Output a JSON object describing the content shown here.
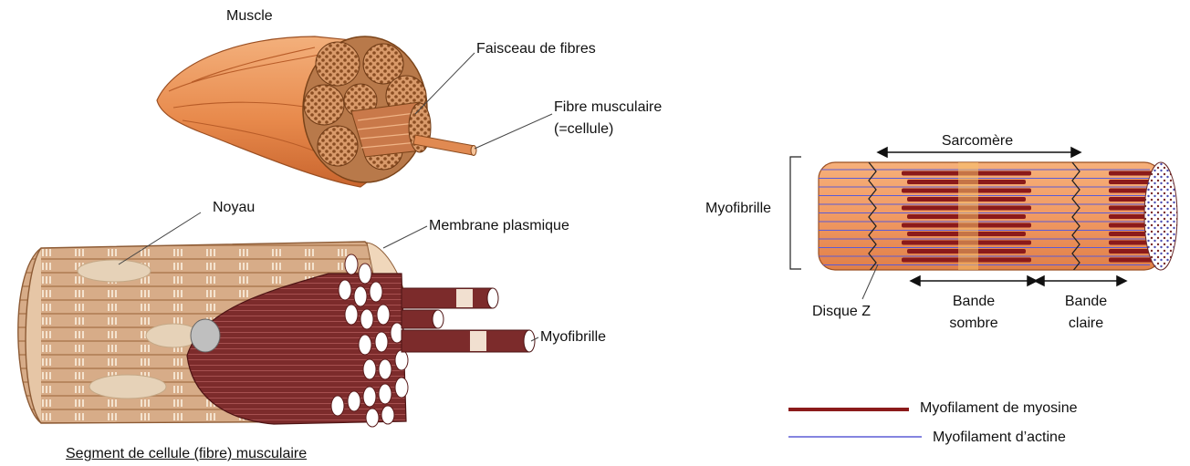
{
  "labels": {
    "muscle": "Muscle",
    "faisceau": "Faisceau de fibres",
    "fibre_line1": "Fibre musculaire",
    "fibre_line2": "(=cellule)",
    "noyau": "Noyau",
    "membrane": "Membrane plasmique",
    "myofibrille_left": "Myofibrille",
    "segment": "Segment de cellule (fibre) musculaire",
    "sarcomere": "Sarcomère",
    "myofibrille_right": "Myofibrille",
    "disque_z": "Disque Z",
    "bande_sombre_line1": "Bande",
    "bande_sombre_line2": "sombre",
    "bande_claire_line1": "Bande",
    "bande_claire_line2": "claire"
  },
  "legend": [
    {
      "label": "Myofilament de myosine",
      "color": "#8b1a1a"
    },
    {
      "label": "Myofilament d’actine",
      "color": "#5b5bd6"
    }
  ],
  "colors": {
    "muscle_orange": "#e8935a",
    "fibre_tan": "#d9b18f",
    "myofibril_maroon": "#7a2a2a",
    "myosin": "#8b1a1a",
    "actin": "#5b5bd6"
  }
}
